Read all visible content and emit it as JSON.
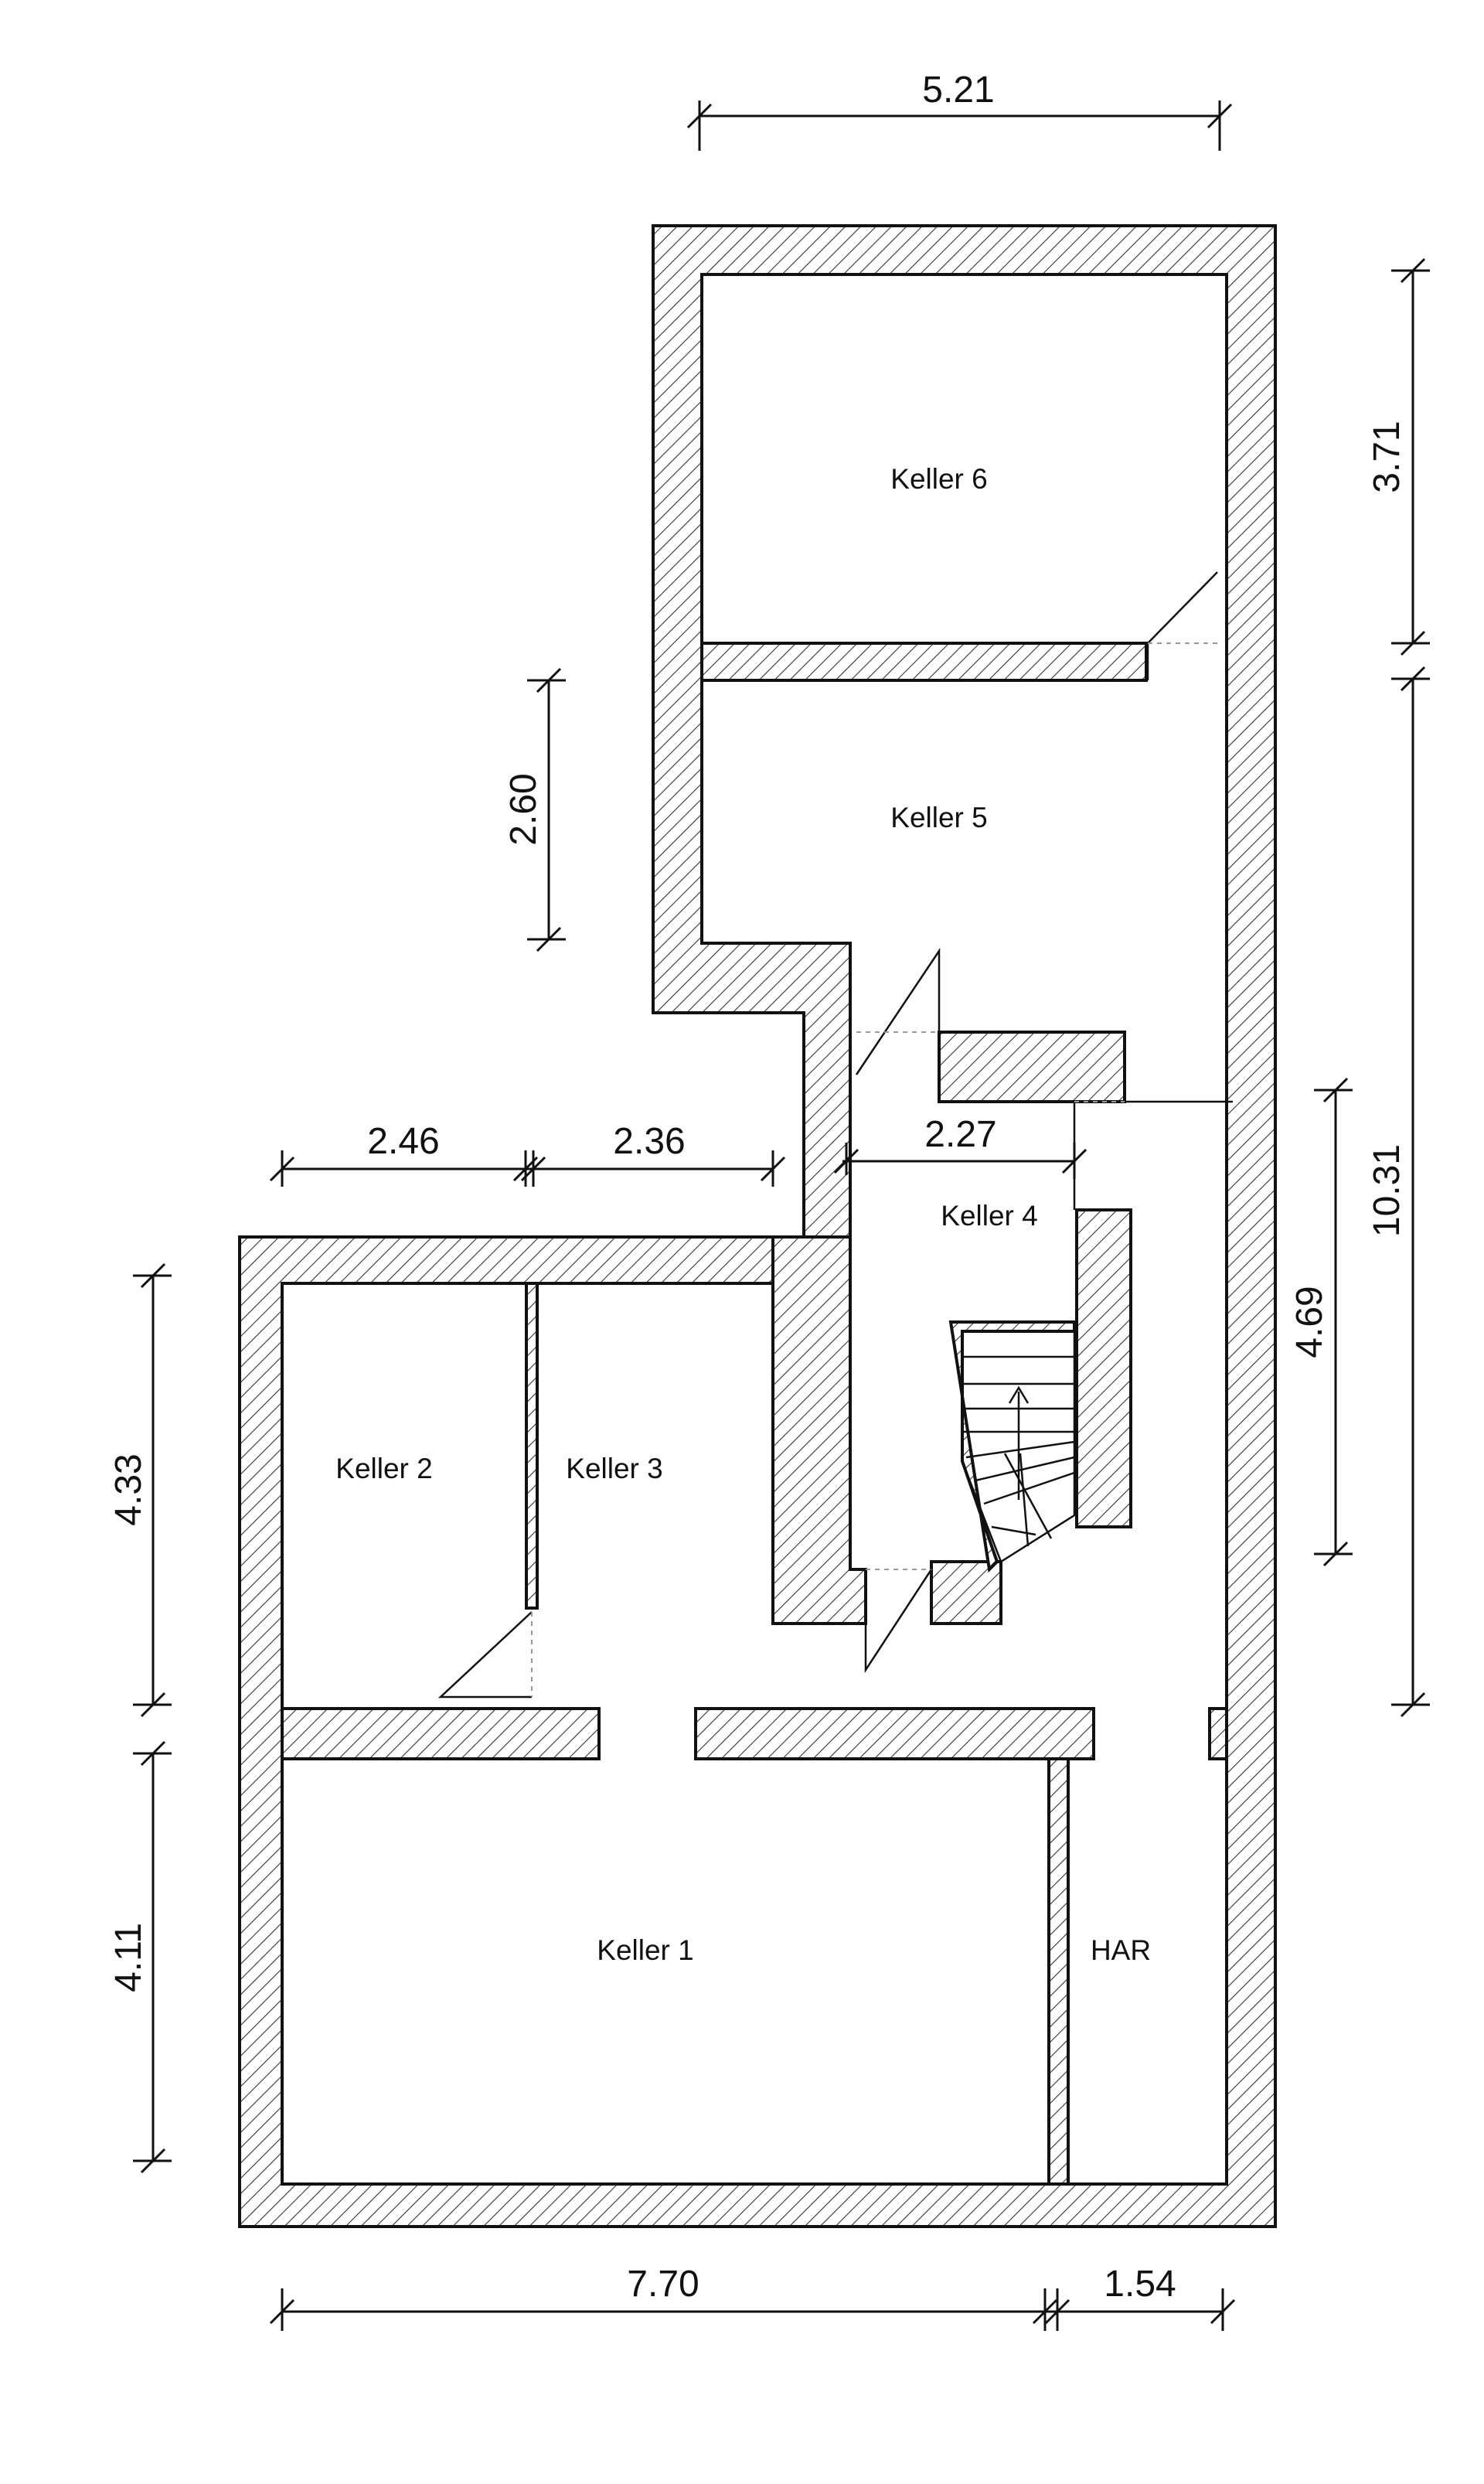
{
  "rooms": {
    "keller1": "Keller 1",
    "keller2": "Keller 2",
    "keller3": "Keller 3",
    "keller4": "Keller 4",
    "keller5": "Keller 5",
    "keller6": "Keller 6",
    "har": "HAR"
  },
  "dimensions": {
    "top_width": "5.21",
    "keller6_height": "3.71",
    "right_total": "10.31",
    "keller5_height": "2.60",
    "left_step_a": "2.46",
    "left_step_b": "2.36",
    "keller4_width": "2.27",
    "keller4_height": "4.69",
    "keller23_height": "4.33",
    "keller1_height": "4.11",
    "bottom_main": "7.70",
    "bottom_har": "1.54"
  },
  "colors": {
    "line": "#111111",
    "hatch": "#333333",
    "background": "#ffffff"
  }
}
